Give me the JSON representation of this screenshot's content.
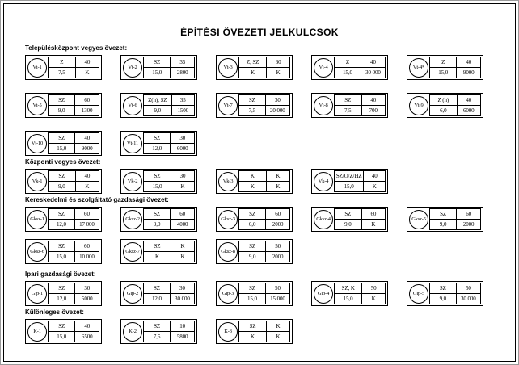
{
  "title": "ÉPÍTÉSI ÖVEZETI JELKULCSOK",
  "sections": [
    {
      "heading": "Településközpont vegyes övezet:",
      "rows": [
        [
          {
            "code": "Vt-1",
            "cells": [
              "Z",
              "40",
              "7,5",
              "K"
            ]
          },
          {
            "code": "Vt-2",
            "cells": [
              "SZ",
              "35",
              "15,0",
              "2800"
            ]
          },
          {
            "code": "Vt-3",
            "cells": [
              "Z, SZ",
              "60",
              "K",
              "K"
            ]
          },
          {
            "code": "Vt-4",
            "cells": [
              "Z",
              "40",
              "15,0",
              "30 000"
            ]
          },
          {
            "code": "Vt-4*",
            "cells": [
              "Z",
              "40",
              "15,0",
              "9000"
            ]
          }
        ],
        [
          {
            "code": "Vt-5",
            "cells": [
              "SZ",
              "60",
              "9,0",
              "1300"
            ]
          },
          {
            "code": "Vt-6",
            "cells": [
              "Z(h), SZ",
              "35",
              "9,0",
              "1500"
            ]
          },
          {
            "code": "Vt-7",
            "cells": [
              "SZ",
              "30",
              "7,5",
              "20 000"
            ]
          },
          {
            "code": "Vt-8",
            "cells": [
              "SZ",
              "40",
              "7,5",
              "700"
            ]
          },
          {
            "code": "Vt-9",
            "cells": [
              "Z (h)",
              "40",
              "6,0",
              "6000"
            ]
          }
        ],
        [
          {
            "code": "Vt-10",
            "cells": [
              "SZ",
              "40",
              "15,0",
              "9000"
            ]
          },
          {
            "code": "Vt-11",
            "cells": [
              "SZ",
              "30",
              "12,0",
              "6000"
            ]
          }
        ]
      ]
    },
    {
      "heading": "Központi vegyes övezet:",
      "rows": [
        [
          {
            "code": "Vk-1",
            "cells": [
              "SZ",
              "40",
              "9,0",
              "K"
            ]
          },
          {
            "code": "Vk-2",
            "cells": [
              "SZ",
              "30",
              "15,0",
              "K"
            ]
          },
          {
            "code": "Vk-3",
            "cells": [
              "K",
              "K",
              "K",
              "K"
            ]
          },
          {
            "code": "Vk-4",
            "cells": [
              "SZ/O/Z/HZ",
              "40",
              "15,0",
              "K"
            ]
          }
        ]
      ]
    },
    {
      "heading": "Kereskedelmi és szolgáltató gazdasági övezet:",
      "rows": [
        [
          {
            "code": "Gksz-1",
            "cells": [
              "SZ",
              "60",
              "12,0",
              "17 000"
            ]
          },
          {
            "code": "Gksz-2",
            "cells": [
              "SZ",
              "60",
              "9,0",
              "4000"
            ]
          },
          {
            "code": "Gksz-3",
            "cells": [
              "SZ",
              "60",
              "6,0",
              "2000"
            ]
          },
          {
            "code": "Gksz-4",
            "cells": [
              "SZ",
              "60",
              "9,0",
              "K"
            ]
          },
          {
            "code": "Gksz-5",
            "cells": [
              "SZ",
              "60",
              "9,0",
              "2000"
            ]
          }
        ],
        [
          {
            "code": "Gksz-6",
            "cells": [
              "SZ",
              "60",
              "15,0",
              "10 000"
            ]
          },
          {
            "code": "Gksz-7",
            "cells": [
              "SZ",
              "K",
              "K",
              "K"
            ]
          },
          {
            "code": "Gksz-8",
            "cells": [
              "SZ",
              "50",
              "9,0",
              "2000"
            ]
          }
        ]
      ]
    },
    {
      "heading": "Ipari gazdasági övezet:",
      "rows": [
        [
          {
            "code": "Gip-1",
            "cells": [
              "SZ",
              "30",
              "12,0",
              "5000"
            ]
          },
          {
            "code": "Gip-2",
            "cells": [
              "SZ",
              "30",
              "12,0",
              "30 000"
            ]
          },
          {
            "code": "Gip-3",
            "cells": [
              "SZ",
              "50",
              "15,0",
              "15 000"
            ]
          },
          {
            "code": "Gip-4",
            "cells": [
              "SZ, K",
              "50",
              "15,0",
              "K"
            ]
          },
          {
            "code": "Gip-5",
            "cells": [
              "SZ",
              "50",
              "9,0",
              "30 000"
            ]
          }
        ]
      ]
    },
    {
      "heading": "Különleges övezet:",
      "rows": [
        [
          {
            "code": "K-1",
            "cells": [
              "SZ",
              "40",
              "15,0",
              "6500"
            ]
          },
          {
            "code": "K-2",
            "cells": [
              "SZ",
              "10",
              "7,5",
              "5800"
            ]
          },
          {
            "code": "K-3",
            "cells": [
              "SZ",
              "K",
              "K",
              "K"
            ]
          }
        ]
      ]
    }
  ]
}
